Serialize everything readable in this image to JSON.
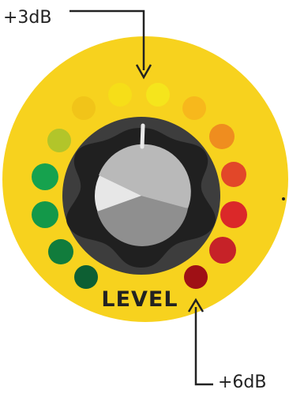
{
  "callouts": {
    "top_label": "+3dB",
    "bottom_label": "+6dB"
  },
  "knob": {
    "label": "LEVEL"
  },
  "colors": {
    "face": "#f7d21e",
    "knob_ring": "#3d3d3d",
    "knob_body": "#202020",
    "knob_cap_light": "#e7e7e7",
    "knob_cap_mid": "#b9b9b9",
    "knob_cap_dark": "#8f8f8f",
    "indicator": "#e8e8e8",
    "text": "#222222"
  },
  "leds": [
    {
      "name": "led-1",
      "color": "#0d5f33"
    },
    {
      "name": "led-2",
      "color": "#117c3c"
    },
    {
      "name": "led-3",
      "color": "#139849"
    },
    {
      "name": "led-4",
      "color": "#16a24e"
    },
    {
      "name": "led-5",
      "color": "#b2c52a"
    },
    {
      "name": "led-6",
      "color": "#f1c419"
    },
    {
      "name": "led-7",
      "color": "#f6de18"
    },
    {
      "name": "led-8",
      "color": "#f5e51c"
    },
    {
      "name": "led-9",
      "color": "#f7b81c"
    },
    {
      "name": "led-10",
      "color": "#ef8d1f"
    },
    {
      "name": "led-11",
      "color": "#e24729"
    },
    {
      "name": "led-12",
      "color": "#db2829"
    },
    {
      "name": "led-13",
      "color": "#c62228"
    },
    {
      "name": "led-14",
      "color": "#9f1015"
    }
  ]
}
